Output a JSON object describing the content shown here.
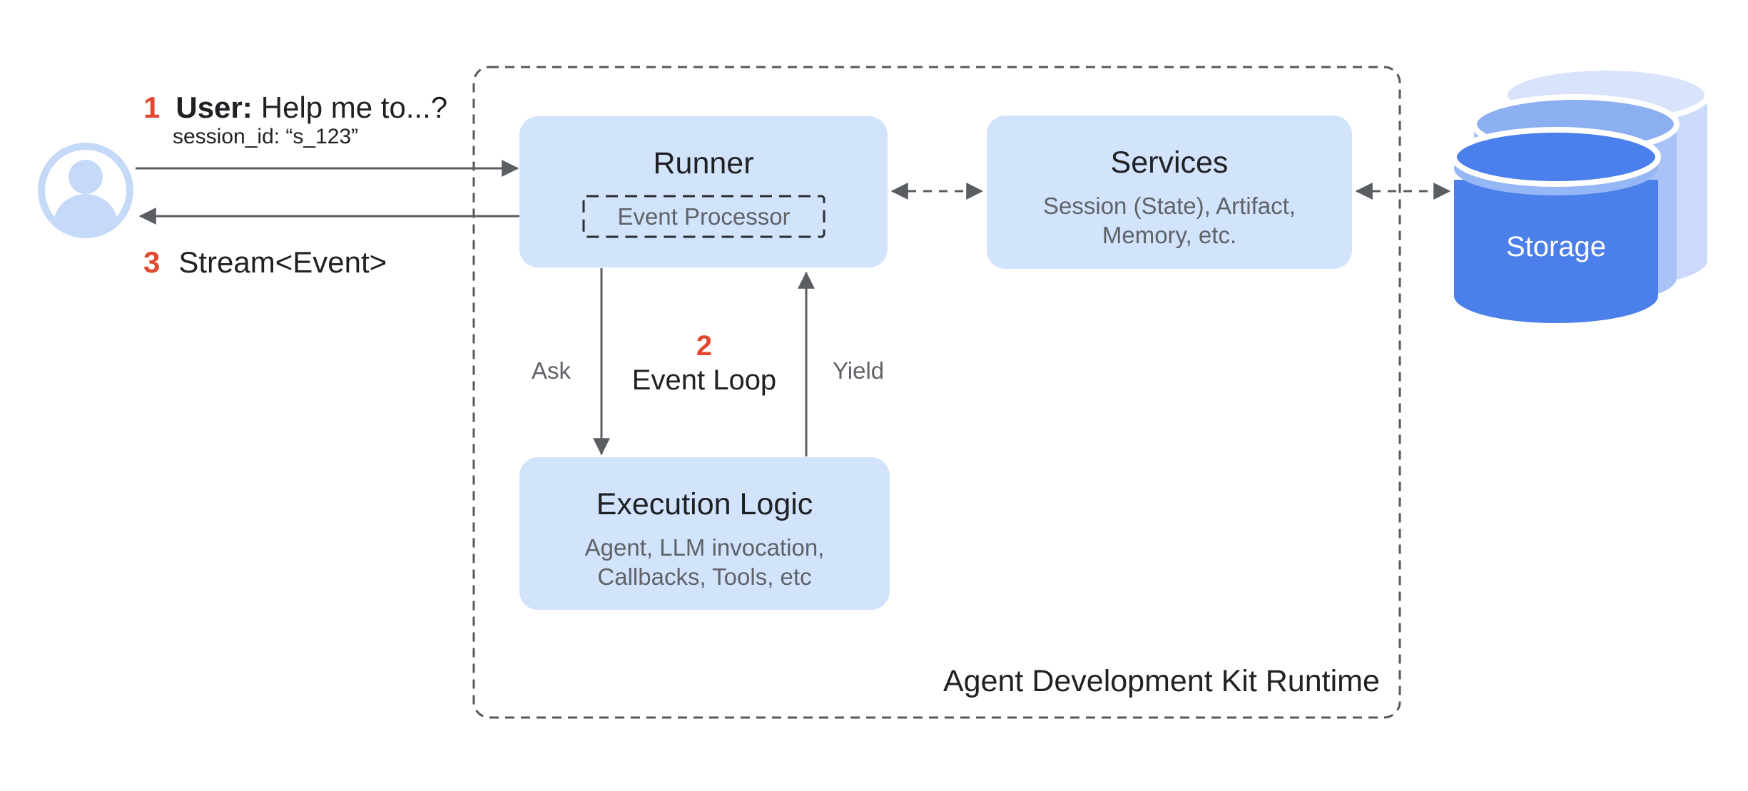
{
  "diagram": {
    "title": "Agent Development Kit Runtime",
    "steps": {
      "step1_number": "1",
      "step1_actor": "User:",
      "step1_text": "Help me to...?",
      "session_id": "session_id: “s_123”",
      "step2_number": "2",
      "event_loop_label": "Event Loop",
      "step3_number": "3",
      "step3_text": "Stream<Event>"
    },
    "runner": {
      "title": "Runner",
      "event_processor_label": "Event Processor"
    },
    "services": {
      "title": "Services",
      "subtitle_lines": [
        "Session (State), Artifact,",
        "Memory, etc."
      ]
    },
    "execution_logic": {
      "title": "Execution Logic",
      "subtitle_lines": [
        "Agent, LLM invocation,",
        "Callbacks, Tools, etc"
      ]
    },
    "edges": {
      "ask_label": "Ask",
      "yield_label": "Yield"
    },
    "storage": {
      "label": "Storage"
    },
    "icons": {
      "user": "user-avatar-icon",
      "storage": "database-cylinders-icon"
    },
    "colors": {
      "box_fill": "#D2E3FC",
      "accent_red": "#E0492F",
      "text_dark": "#202124",
      "text_gray": "#5F6368",
      "arrow_gray": "#5A5E63",
      "storage_front": "#4B80EC",
      "storage_front_wall": "#4B7FE9",
      "storage_band": "#96B7F5",
      "storage_middle": "#8CAFF2",
      "storage_middle_wall": "#A9C3F7",
      "storage_back": "#D9E3FC",
      "storage_back_wall": "#CBDAFB",
      "user_icon_blue": "#C5D9F8"
    }
  }
}
